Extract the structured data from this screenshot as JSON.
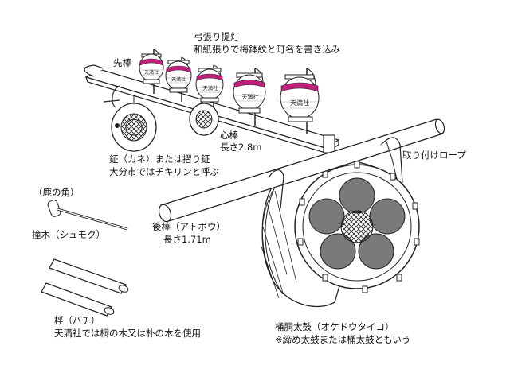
{
  "labels": {
    "lantern_title": "弓張り提灯",
    "lantern_desc": "和紙張りで梅鉢紋と町名を書き込み",
    "sakibou": "先棒",
    "shinbou": "心棒",
    "shinbou_len": "長さ2.8m",
    "kane_1": "鉦（カネ）または摺り鉦",
    "kane_2": "大分市ではチキリンと呼ぶ",
    "rope": "取り付けロープ",
    "antler": "（鹿の角）",
    "shumoku": "撞木（シュモク）",
    "atobou": "後棒（アトボウ）",
    "atobou_len": "長さ1.71m",
    "bachi": "桴（バチ）",
    "bachi_desc": "天満社では桐の木又は朴の木を使用",
    "taiko": "桶胴太鼓（オケドウタイコ）",
    "taiko_desc": "※締め太鼓または桶太鼓ともいう"
  },
  "lantern_text": [
    "天満社",
    "天満社",
    "天満社",
    "天満社",
    "天満社"
  ],
  "colors": {
    "line": "#222222",
    "crest": "#7a7a7a",
    "lantern_band": "#c0207a"
  }
}
